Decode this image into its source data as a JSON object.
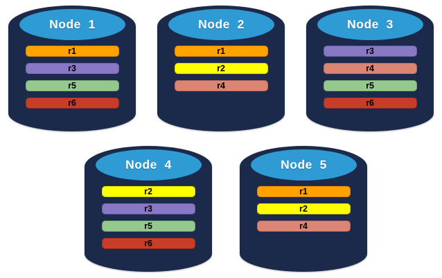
{
  "palette": {
    "background": "#FFFFFF",
    "cylinder_body": "#1B2A4A",
    "cylinder_top": "#2F9BD5",
    "node_title_color": "#FFFFFF",
    "replica_label_color": "#000000"
  },
  "replica_styles": {
    "r1": {
      "fill": "#FFA200",
      "border": "#DE8A00"
    },
    "r2": {
      "fill": "#FFFF00",
      "border": "#D6D300"
    },
    "r3": {
      "fill": "#8979C4",
      "border": "#6F60AE"
    },
    "r4": {
      "fill": "#DC8575",
      "border": "#C2685A"
    },
    "r5": {
      "fill": "#94C88D",
      "border": "#72AF6E"
    },
    "r6": {
      "fill": "#C83D28",
      "border": "#A02D1C"
    }
  },
  "nodes": [
    {
      "id": "node-1",
      "label": "Node  1",
      "replicas": [
        "r1",
        "r3",
        "r5",
        "r6"
      ]
    },
    {
      "id": "node-2",
      "label": "Node  2",
      "replicas": [
        "r1",
        "r2",
        "r4"
      ]
    },
    {
      "id": "node-3",
      "label": "Node  3",
      "replicas": [
        "r3",
        "r4",
        "r5",
        "r6"
      ]
    },
    {
      "id": "node-4",
      "label": "Node  4",
      "replicas": [
        "r2",
        "r3",
        "r5",
        "r6"
      ]
    },
    {
      "id": "node-5",
      "label": "Node  5",
      "replicas": [
        "r1",
        "r2",
        "r4"
      ]
    }
  ],
  "layout": {
    "rows": [
      [
        "node-1",
        "node-2",
        "node-3"
      ],
      [
        "node-4",
        "node-5"
      ]
    ]
  }
}
